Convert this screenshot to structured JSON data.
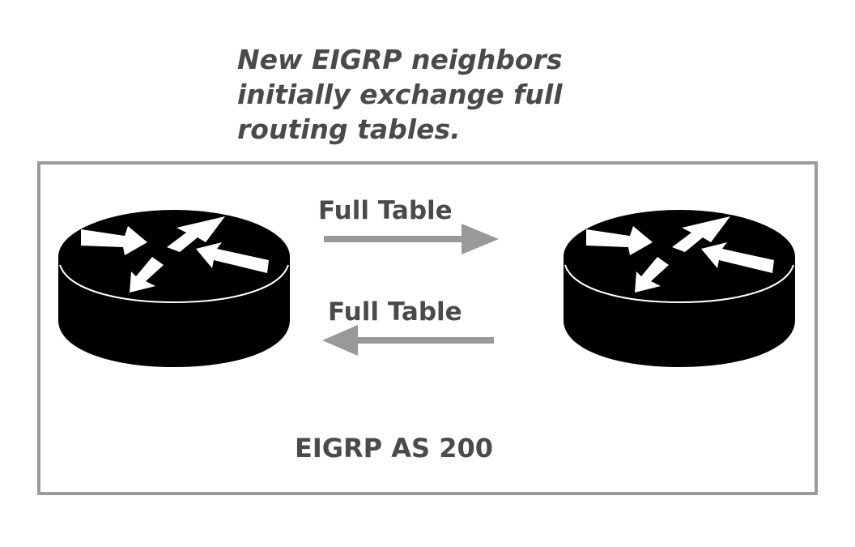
{
  "caption": {
    "line1": "New EIGRP neighbors",
    "line2": "initially exchange full",
    "line3": "routing tables."
  },
  "links": {
    "top_label": "Full Table",
    "bottom_label": "Full Table"
  },
  "autonomous_system": {
    "label": "EIGRP AS 200"
  },
  "colors": {
    "text": "#4a4a4a",
    "box_border": "#9a9a9a",
    "arrow": "#999999",
    "router_body": "#000000",
    "router_arrows": "#ffffff"
  },
  "icons": {
    "router_left": "router-icon",
    "router_right": "router-icon",
    "arrow_top": "arrow-right-icon",
    "arrow_bottom": "arrow-left-icon"
  }
}
